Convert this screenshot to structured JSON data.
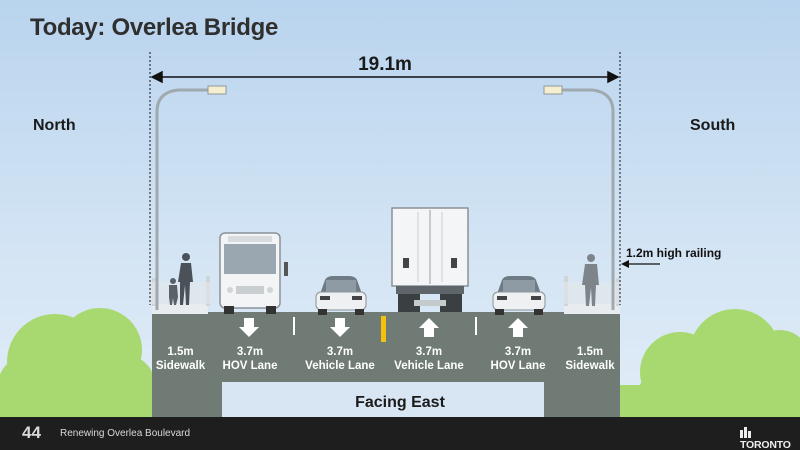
{
  "title": "Today: Overlea Bridge",
  "directions": {
    "north": "North",
    "south": "South"
  },
  "overall_width": "19.1m",
  "railing_label": "1.2m high railing",
  "lanes": [
    {
      "width": "1.5m",
      "name": "Sidewalk"
    },
    {
      "width": "3.7m",
      "name": "HOV Lane",
      "arrow": "down"
    },
    {
      "width": "3.7m",
      "name": "Vehicle Lane",
      "arrow": "down"
    },
    {
      "width": "3.7m",
      "name": "Vehicle Lane",
      "arrow": "up"
    },
    {
      "width": "3.7m",
      "name": "HOV Lane",
      "arrow": "up"
    },
    {
      "width": "1.5m",
      "name": "Sidewalk"
    }
  ],
  "facing": "Facing East",
  "footer": {
    "page": "44",
    "text": "Renewing Overlea Boulevard",
    "logo": "TORONTO"
  },
  "colors": {
    "deck": "#6f7b74",
    "lane_line": "#ffffff",
    "centre_line": "#f2c20c",
    "tree": "#a8d870"
  },
  "icons": [
    "street-light-icon",
    "pedestrian-icon",
    "bus-icon",
    "car-icon",
    "truck-icon",
    "arrow-icon"
  ]
}
